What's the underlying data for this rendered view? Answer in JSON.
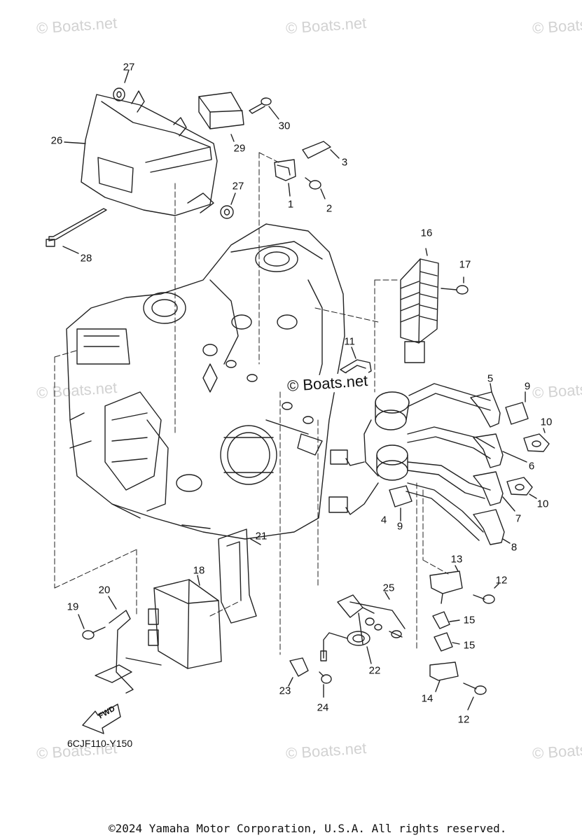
{
  "watermark_text": "© Boats.net",
  "center_watermark": "© Boats.net",
  "diagram_code": "6CJF110-Y150",
  "footer": "©2024 Yamaha Motor Corporation, U.S.A. All rights reserved.",
  "fwd_label": "FWD",
  "callouts": [
    "1",
    "2",
    "3",
    "4",
    "5",
    "6",
    "7",
    "8",
    "9",
    "9",
    "10",
    "10",
    "11",
    "12",
    "12",
    "13",
    "14",
    "15",
    "15",
    "16",
    "17",
    "18",
    "19",
    "20",
    "21",
    "22",
    "23",
    "24",
    "25",
    "26",
    "27",
    "27",
    "28",
    "29",
    "30"
  ]
}
